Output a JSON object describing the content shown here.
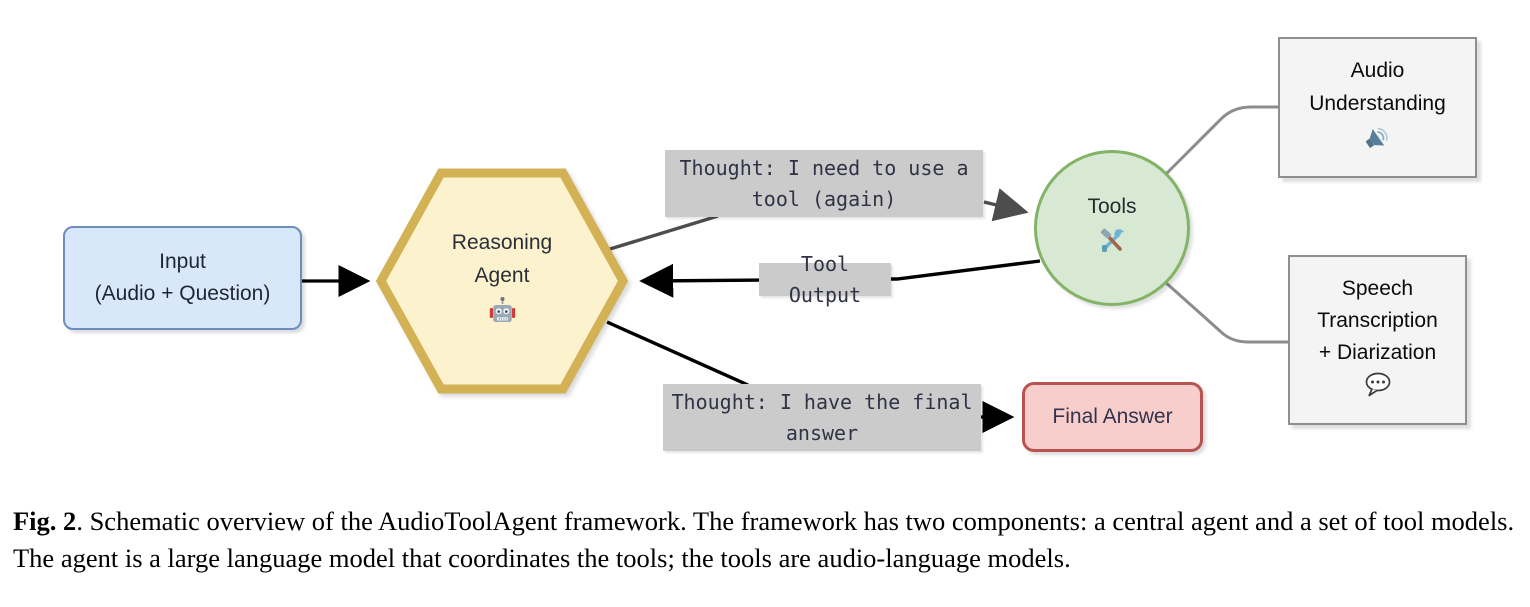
{
  "diagram": {
    "input": {
      "line1": "Input",
      "line2": "(Audio + Question)"
    },
    "agent": {
      "line1": "Reasoning",
      "line2": "Agent",
      "icon": "robot-icon"
    },
    "thought_tool": {
      "line1": "Thought: I need to use a",
      "line2": "tool (again)"
    },
    "tool_output": {
      "label": "Tool Output"
    },
    "tools": {
      "label": "Tools",
      "icon": "hammer-wrench-icon"
    },
    "audio_understanding": {
      "line1": "Audio",
      "line2": "Understanding",
      "icon": "speaker-icon"
    },
    "speech_transcription": {
      "line1": "Speech",
      "line2": "Transcription",
      "line3": "+ Diarization",
      "icon": "speech-balloon-icon"
    },
    "thought_final": {
      "line1": "Thought: I have the final",
      "line2": "answer"
    },
    "final_answer": {
      "label": "Final Answer"
    }
  },
  "caption": {
    "fig_label": "Fig. 2",
    "body": ". Schematic overview of the AudioToolAgent framework. The framework has two components: a central agent and a set of tool models. The agent is a large language model that coordinates the tools; the tools are audio-language models."
  },
  "colors": {
    "input_fill": "#d8e7fa",
    "input_stroke": "#6c8ebf",
    "agent_fill": "#fcf2cd",
    "agent_stroke": "#d3b155",
    "tools_fill": "#d7e9d3",
    "tools_stroke": "#82b366",
    "tool_box_fill": "#f4f4f4",
    "tool_box_stroke": "#8f8f8f",
    "final_fill": "#f8cecc",
    "final_stroke": "#b85450",
    "label_bg": "#cbcbcb",
    "arrow_black": "#000000",
    "arrow_dark_gray": "#4d4d4d",
    "link_gray": "#8c8c8c"
  }
}
